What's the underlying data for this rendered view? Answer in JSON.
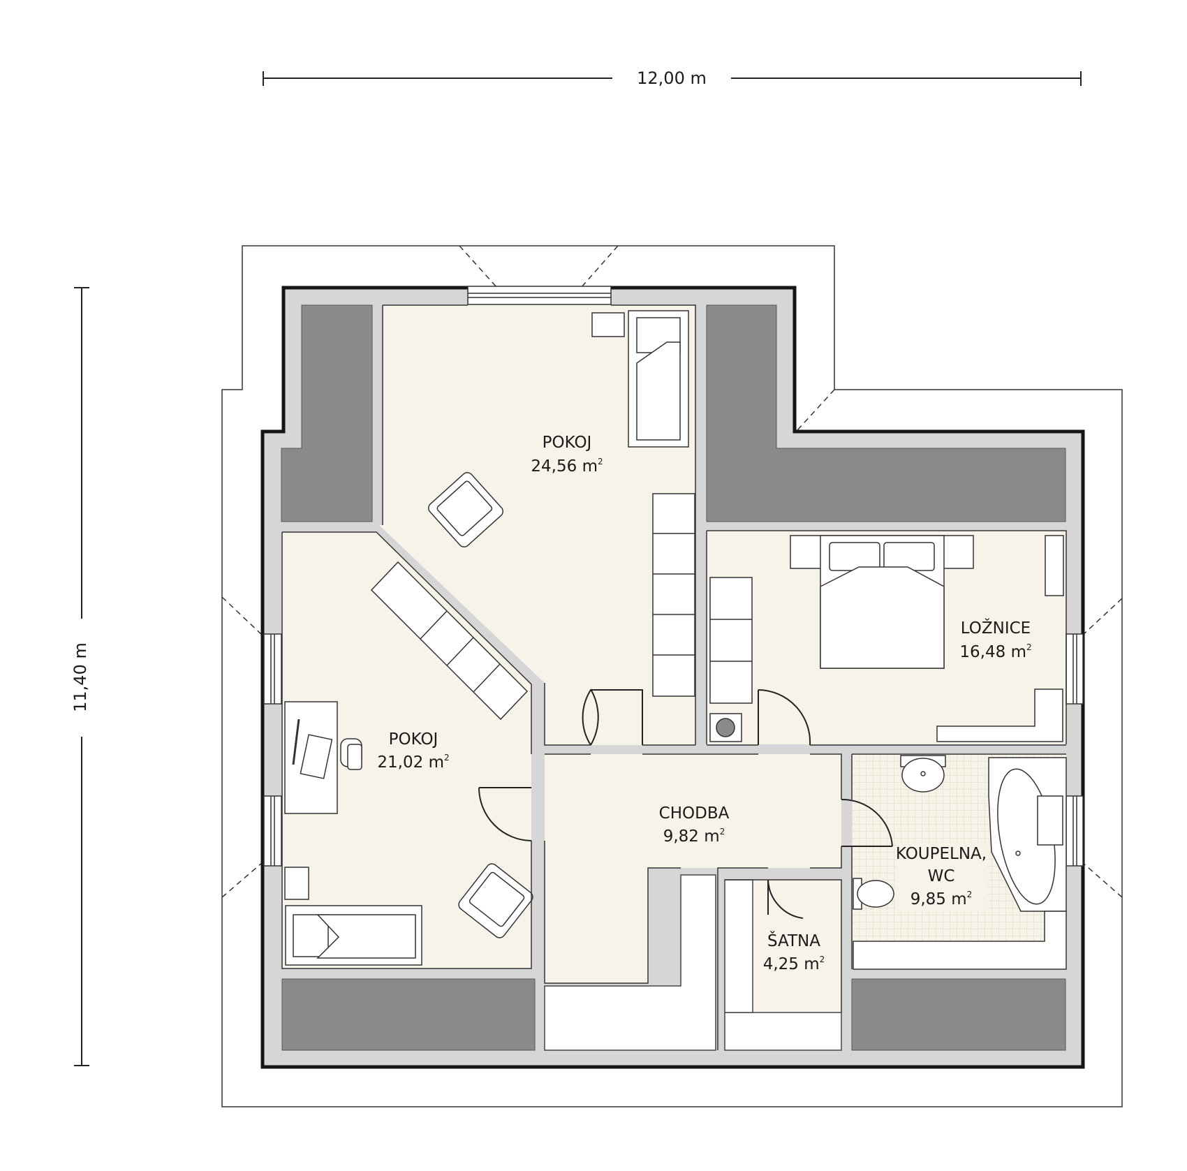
{
  "dimensions": {
    "width": "12,00 m",
    "height": "11,40 m"
  },
  "area_unit": "m",
  "area_exp": "2",
  "rooms": [
    {
      "name": "POKOJ",
      "area": "24,56"
    },
    {
      "name": "POKOJ",
      "area": "21,02"
    },
    {
      "name": "LOŽNICE",
      "area": "16,48"
    },
    {
      "name": "CHODBA",
      "area": "9,82"
    },
    {
      "name_line1": "KOUPELNA,",
      "name_line2": "WC",
      "area": "9,85"
    },
    {
      "name": "ŠATNA",
      "area": "4,25"
    }
  ],
  "colors": {
    "floor": "#f8f3e8",
    "wall": "#d6d6d6",
    "outer_wall": "#151515",
    "dark_area": "#8a8a8b",
    "tile": "#e5e1d2",
    "line": "#333333"
  }
}
